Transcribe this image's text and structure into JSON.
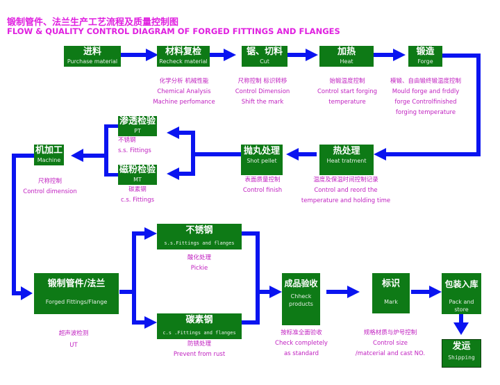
{
  "title": {
    "cn": "锻制管件、法兰生产工艺流程及质量控制图",
    "en": "FLOW & QUALITY CONTROL DIAGRAM OF FORGED FITTINGS AND FLANGES"
  },
  "colors": {
    "box": "#0e7a16",
    "arrow": "#0a14f0",
    "note": "#c020c0",
    "title": "#e020e0"
  },
  "steps": {
    "purchase": {
      "cn": "进料",
      "en": "Purchase material"
    },
    "recheck": {
      "cn": "材料复检",
      "en": "Recheck material"
    },
    "cut": {
      "cn": "锯、切料",
      "en": "Cut"
    },
    "heat": {
      "cn": "加热",
      "en": "Heat"
    },
    "forge": {
      "cn": "锻造",
      "en": "Forge"
    },
    "heat_treatment": {
      "cn": "热处理",
      "en": "Heat tratment"
    },
    "shot_pellet": {
      "cn": "抛丸处理",
      "en": "Shot pellet"
    },
    "pt": {
      "cn": "渗透检验",
      "en": "PT"
    },
    "mt": {
      "cn": "磁粉检验",
      "en": "MT"
    },
    "machine": {
      "cn": "机加工",
      "en": "Machine"
    },
    "forged": {
      "cn": "锻制管件/法兰",
      "en": "Forged Fittings/Flange"
    },
    "ss": {
      "cn": "不锈钢",
      "en": "s.s.Fittings and flanges"
    },
    "cs": {
      "cn": "碳素钢",
      "en": "c.s .Fittings and flanges"
    },
    "check": {
      "cn": "成品验收",
      "en1": "Chheck",
      "en2": "products"
    },
    "mark": {
      "cn": "标识",
      "en": "Mark"
    },
    "pack": {
      "cn": "包装入库",
      "en": "Pack and store"
    },
    "shipping": {
      "cn": "发运",
      "en": "Shipping"
    }
  },
  "notes": {
    "recheck": [
      "化学分析 机械性能",
      "Chemical Analysis",
      "Machine perfomance"
    ],
    "cut": [
      "尺称控制 标识转移",
      "Control Dimension",
      "Shift the mark"
    ],
    "heat": [
      "始锻温度控制",
      "Control start forging",
      "temperature"
    ],
    "forge": [
      "模锻、自由锻终锻温度控制",
      "Mould forge and frddly",
      "forge Controlfinished",
      "forging temperature"
    ],
    "heat_treatment": [
      "温度及保温时间控制记录",
      "Control and reord the",
      "temperature and holding time"
    ],
    "shot_pellet": [
      "表面质量控制",
      "Control finish"
    ],
    "pt": [
      "不锈钢",
      "s.s. Fittings"
    ],
    "mt": [
      "碳素钢",
      "c.s. Fittings"
    ],
    "machine": [
      "尺称控制",
      "Control dimension"
    ],
    "ss": [
      "酸化处理",
      "Pickie"
    ],
    "cs": [
      "防锈处理",
      "Prevent from rust"
    ],
    "forged": [
      "超声波检测",
      "UT"
    ],
    "check": [
      "按标准全面验收",
      "Check completely",
      "as standard"
    ],
    "mark": [
      "规格材质与炉号控制",
      "Control size",
      "/matcerial and cast NO."
    ]
  }
}
